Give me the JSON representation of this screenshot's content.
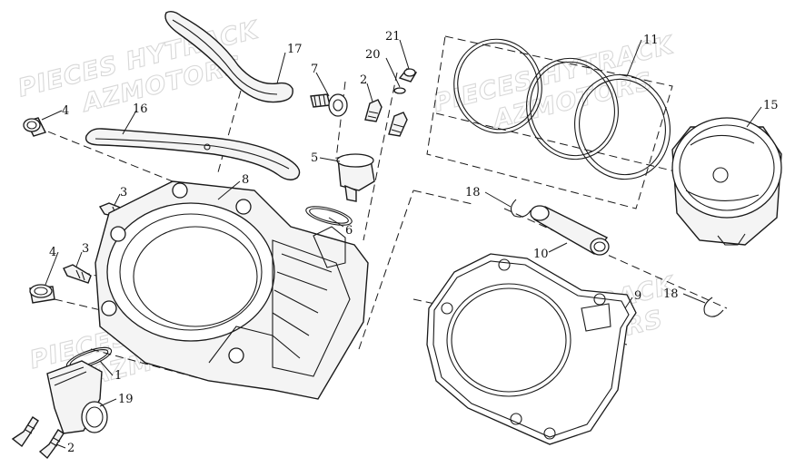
{
  "watermarks": [
    {
      "line1": "PIECES HYTRACK",
      "line2": "AZMOTORS"
    },
    {
      "line1": "PIECES HYTRACK",
      "line2": "AZMOTORS"
    },
    {
      "line1": "PIECES HYTRACK",
      "line2": "AZMOTORS"
    },
    {
      "line1": "PIECES HYTRACK",
      "line2": "AZMOTORS"
    }
  ],
  "callouts": {
    "c1": "1",
    "c2a": "2",
    "c2b": "2",
    "c3a": "3",
    "c3b": "3",
    "c4a": "4",
    "c4b": "4",
    "c5": "5",
    "c6": "6",
    "c7": "7",
    "c8": "8",
    "c9": "9",
    "c10": "10",
    "c11": "11",
    "c15": "15",
    "c16": "16",
    "c17": "17",
    "c18a": "18",
    "c18b": "18",
    "c19": "19",
    "c20": "20",
    "c21": "21"
  }
}
